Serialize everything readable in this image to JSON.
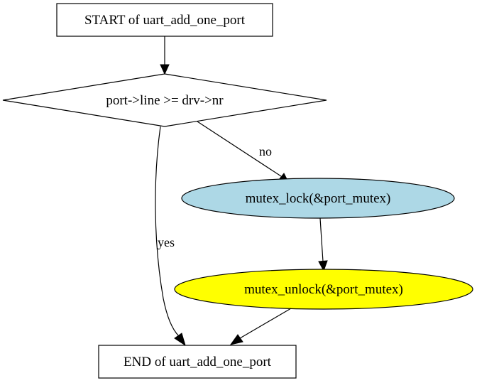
{
  "flowchart": {
    "start_label": "START of uart_add_one_port",
    "decision_label": "port->line >= drv->nr",
    "lock_label": "mutex_lock(&port_mutex)",
    "unlock_label": "mutex_unlock(&port_mutex)",
    "end_label": "END of uart_add_one_port",
    "edge_no_label": "no",
    "edge_yes_label": "yes"
  },
  "colors": {
    "lock_fill": "#add8e6",
    "unlock_fill": "#ffff00",
    "background": "#ffffff",
    "stroke": "#000000"
  }
}
